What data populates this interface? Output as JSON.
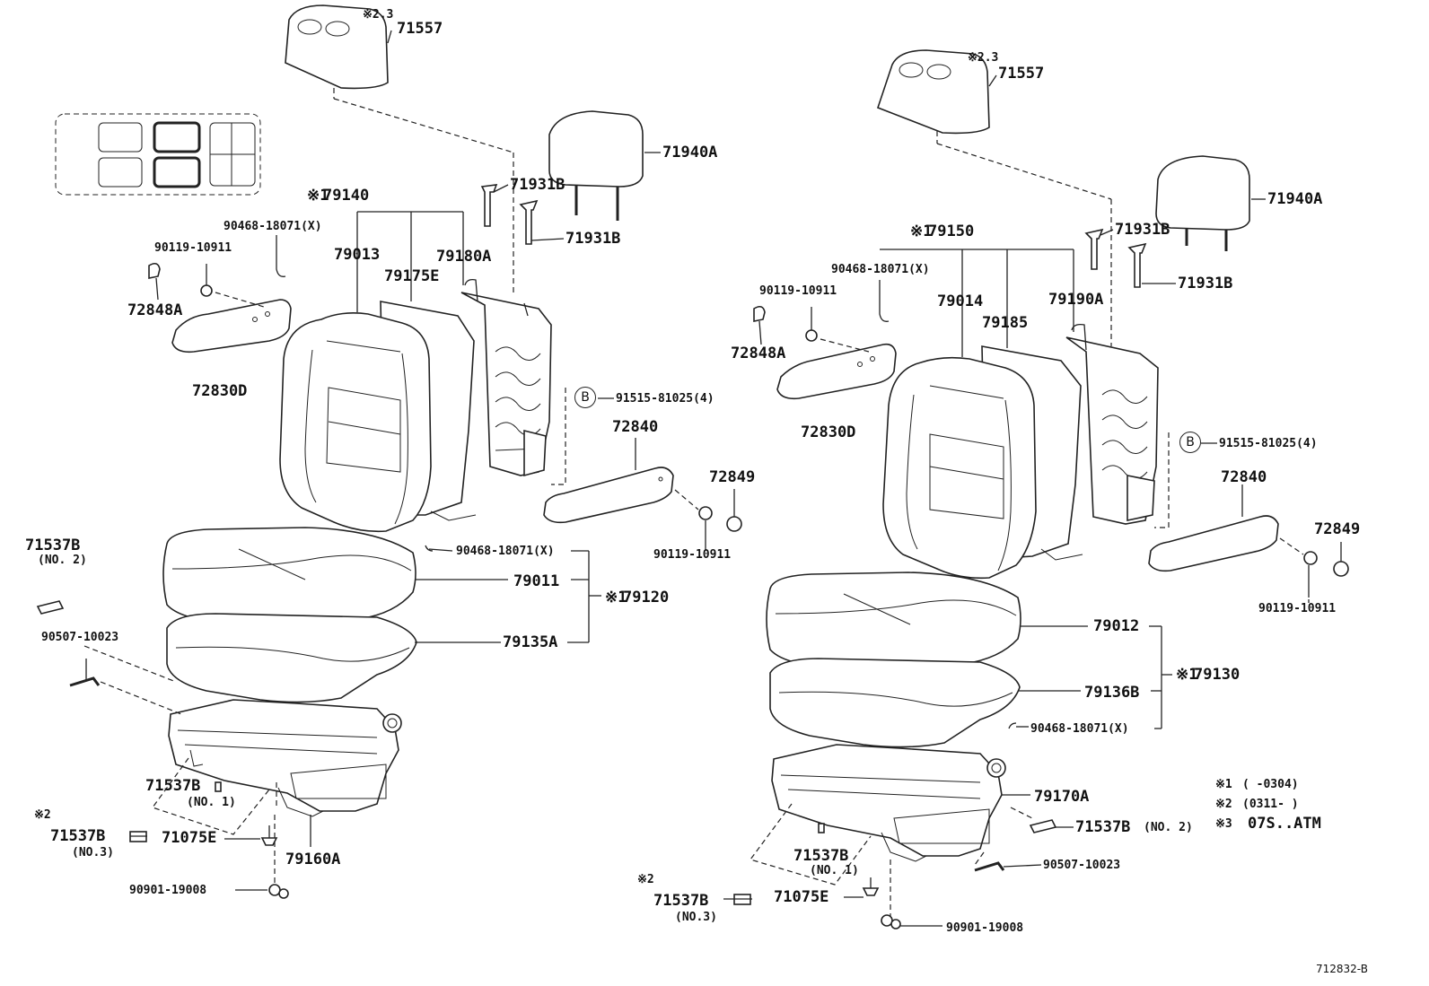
{
  "left": {
    "headrest_cover": "71557",
    "headrest_cover_note": "※2.3",
    "headrest": "71940A",
    "headrest_support_1": "71931B",
    "headrest_support_2": "71931B",
    "back_assy_note": "※1",
    "back_assy": "79140",
    "clip_top": "90468-18071(X)",
    "screw_top": "90119-10911",
    "cap": "72848A",
    "back_cover": "79013",
    "back_pad": "79175E",
    "back_frame": "79180A",
    "armrest_left": "72830D",
    "bolt_b": "91515-81025(4)",
    "circle_b": "B",
    "armrest_right": "72840",
    "arm_cap": "72849",
    "arm_screw": "90119-10911",
    "cushion_clip": "90468-18071(X)",
    "cushion_cover": "79011",
    "cushion_assy_note": "※1",
    "cushion_assy": "79120",
    "cushion_pad": "79135A",
    "cover_no2": "71537B",
    "cover_no2_sub": "(NO. 2)",
    "spring": "90507-10023",
    "cover_no1": "71537B",
    "cover_no1_sub": "(NO. 1)",
    "cover_no3_note": "※2",
    "cover_no3": "71537B",
    "cover_no3_sub": "(NO.3)",
    "clip_bottom": "71075E",
    "adjuster": "79160A",
    "bolt_bottom": "90901-19008"
  },
  "right": {
    "headrest_cover": "71557",
    "headrest_cover_note": "※2.3",
    "headrest": "71940A",
    "headrest_support_1": "71931B",
    "headrest_support_2": "71931B",
    "back_assy_note": "※1",
    "back_assy": "79150",
    "clip_top": "90468-18071(X)",
    "screw_top": "90119-10911",
    "cap": "72848A",
    "back_cover": "79014",
    "back_pad": "79185",
    "back_frame": "79190A",
    "armrest_left": "72830D",
    "bolt_b": "91515-81025(4)",
    "circle_b": "B",
    "armrest_right": "72840",
    "arm_cap": "72849",
    "arm_screw": "90119-10911",
    "cushion_cover": "79012",
    "cushion_assy_note": "※1",
    "cushion_assy": "79130",
    "cushion_pad": "79136B",
    "cushion_clip": "90468-18071(X)",
    "adjuster": "79170A",
    "cover_no2": "71537B",
    "cover_no2_sub": "(NO. 2)",
    "spring": "90507-10023",
    "cover_no1": "71537B",
    "cover_no1_sub": "(NO. 1)",
    "cover_no3_note": "※2",
    "cover_no3": "71537B",
    "cover_no3_sub": "(NO.3)",
    "clip_bottom": "71075E",
    "bolt_bottom": "90901-19008"
  },
  "notes": [
    {
      "mark": "※1",
      "text": "(      -0304)"
    },
    {
      "mark": "※2",
      "text": "(0311-      )"
    },
    {
      "mark": "※3",
      "text": "07S..ATM"
    }
  ],
  "figure_id": "712832-B"
}
